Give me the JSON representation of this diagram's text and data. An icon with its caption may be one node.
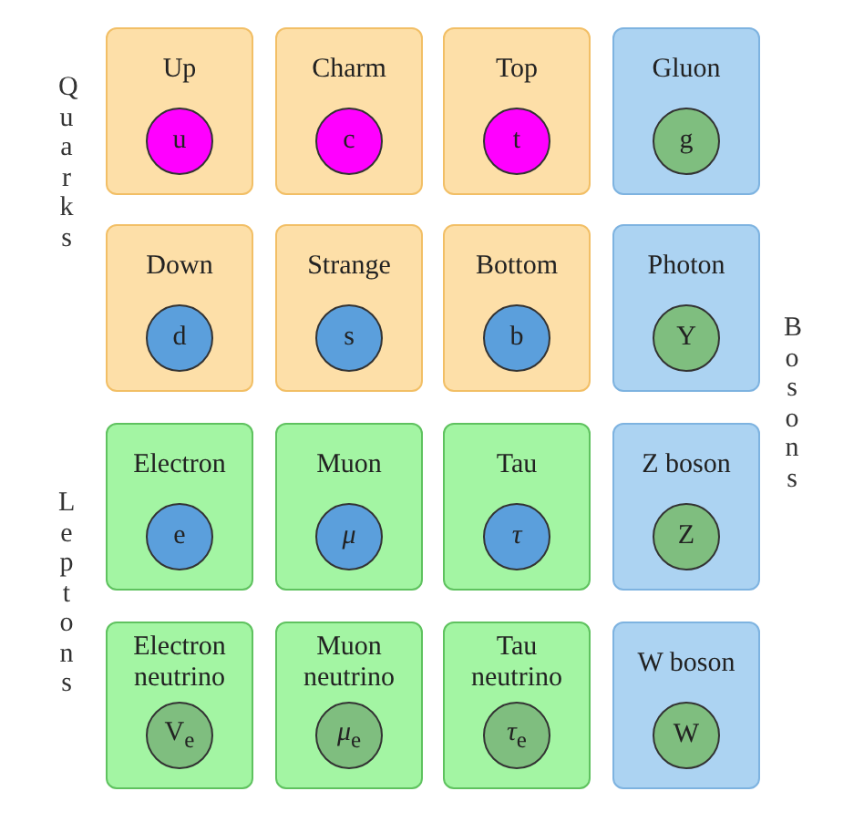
{
  "diagram": {
    "nodes": [
      {
        "text": [
          "Up"
        ]
      },
      {
        "text": [
          "u"
        ],
        "in": 0
      },
      {
        "text": [
          "Charm"
        ]
      },
      {
        "text": [
          "c"
        ],
        "in": 2
      },
      {
        "text": [
          "Top"
        ]
      },
      {
        "text": [
          "t"
        ],
        "in": 4
      },
      {
        "text": [
          "Gluon"
        ]
      },
      {
        "text": [
          "g"
        ],
        "in": 6
      },
      {
        "text": [
          "Down"
        ]
      },
      {
        "text": [
          "d"
        ],
        "in": 8
      },
      {
        "text": [
          "Strange"
        ]
      },
      {
        "text": [
          "s"
        ],
        "in": 10
      },
      {
        "text": [
          "Bottom"
        ]
      },
      {
        "text": [
          "b"
        ],
        "in": 12
      },
      {
        "text": [
          "Photon"
        ]
      },
      {
        "text": [
          "Y"
        ],
        "in": 14
      },
      {
        "text": [
          "Electron"
        ]
      },
      {
        "text": [
          "e"
        ],
        "in": 16
      },
      {
        "text": [
          "Muon"
        ]
      },
      {
        "text": [
          "*μ*"
        ],
        "in": 18
      },
      {
        "text": [
          "Tau"
        ]
      },
      {
        "text": [
          "*τ*"
        ],
        "in": 20
      },
      {
        "text": [
          "Z boson"
        ]
      },
      {
        "text": [
          "Z"
        ],
        "in": 22
      },
      {
        "text": [
          "Electron neutrino"
        ]
      },
      {
        "text": [
          "V$_{e}$"
        ],
        "in": 24
      },
      {
        "text": [
          "Muon neutrino"
        ]
      },
      {
        "text": [
          "*μ*$_{e}$"
        ],
        "in": 26
      },
      {
        "text": [
          "Tau neutrino"
        ]
      },
      {
        "text": [
          "*τ*$_{e}$"
        ],
        "in": 28
      },
      {
        "text": [
          "W boson"
        ]
      },
      {
        "text": [
          "W"
        ],
        "in": 30
      }
    ],
    "labels": [
      "Quarks",
      "Bosons",
      "Leptons"
    ]
  }
}
